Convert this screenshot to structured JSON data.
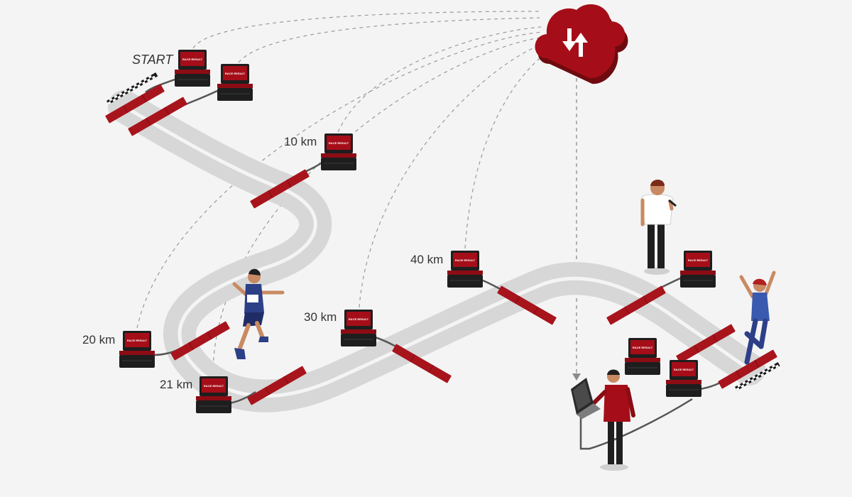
{
  "labels": {
    "start": "START",
    "km10": "10 km",
    "km20": "20 km",
    "km21": "21 km",
    "km30": "30 km",
    "km40": "40 km"
  },
  "brand_text": "RACE RESULT",
  "colors": {
    "accent": "#a50e18",
    "mat": "#a8141c",
    "track": "#d7d7d7",
    "device_body": "#1e1e1e",
    "background": "#f4f4f4",
    "runner_kit": "#2d3f87"
  },
  "icons": [
    "cloud-sync-icon",
    "timing-box-icon",
    "timing-mat-icon",
    "checkered-line-icon",
    "laptop-icon"
  ]
}
